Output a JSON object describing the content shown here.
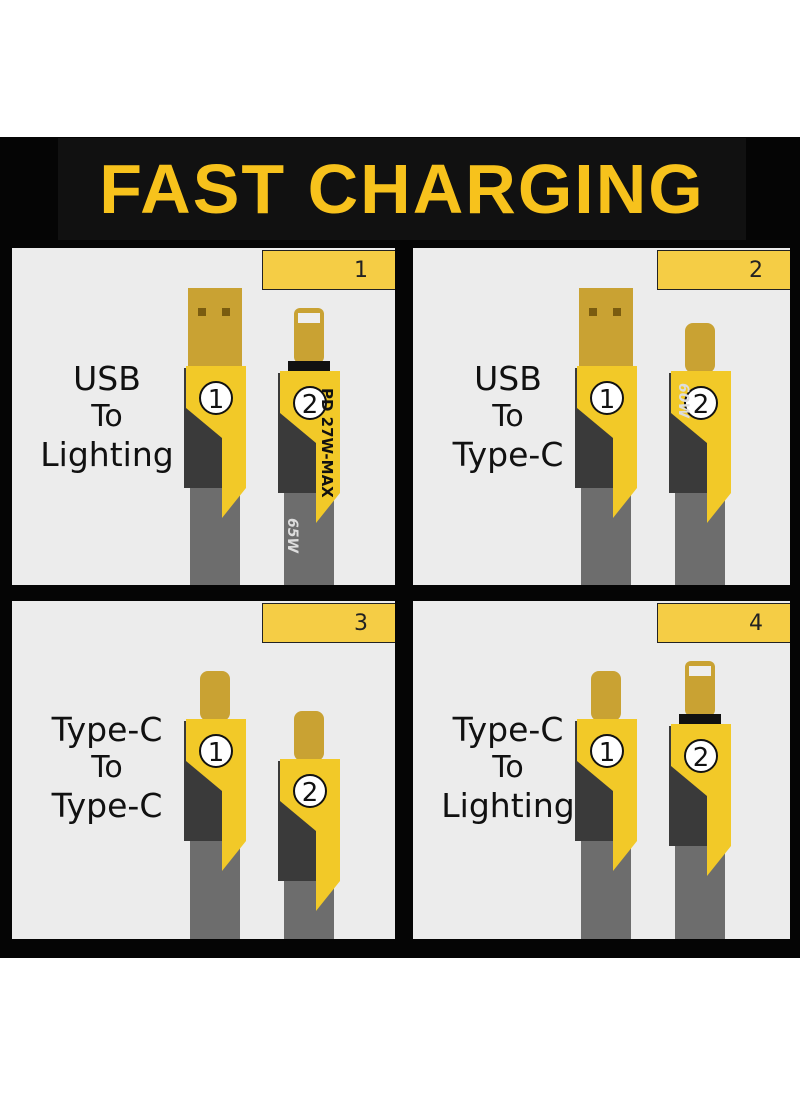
{
  "title": "FAST CHARGING",
  "colors": {
    "accent": "#f7c21c",
    "background": "#050505",
    "panel": "#ececec",
    "tab": "#f5cd45"
  },
  "panels": [
    {
      "number": "1",
      "line1": "USB",
      "line2": "To",
      "line3": "Lighting",
      "connectors": [
        "usb-a",
        "lightning"
      ],
      "badges": [
        "1",
        "2"
      ]
    },
    {
      "number": "2",
      "line1": "USB",
      "line2": "To",
      "line3": "Type-C",
      "connectors": [
        "usb-a",
        "usb-c"
      ],
      "badges": [
        "1",
        "2"
      ]
    },
    {
      "number": "3",
      "line1": "Type-C",
      "line2": "To",
      "line3": "Type-C",
      "connectors": [
        "usb-c",
        "usb-c"
      ],
      "badges": [
        "1",
        "2"
      ]
    },
    {
      "number": "4",
      "line1": "Type-C",
      "line2": "To",
      "line3": "Lighting",
      "connectors": [
        "usb-c",
        "lightning"
      ],
      "badges": [
        "1",
        "2"
      ]
    }
  ],
  "product_marks": [
    "PD 27W-MAX",
    "65W",
    "60W"
  ]
}
